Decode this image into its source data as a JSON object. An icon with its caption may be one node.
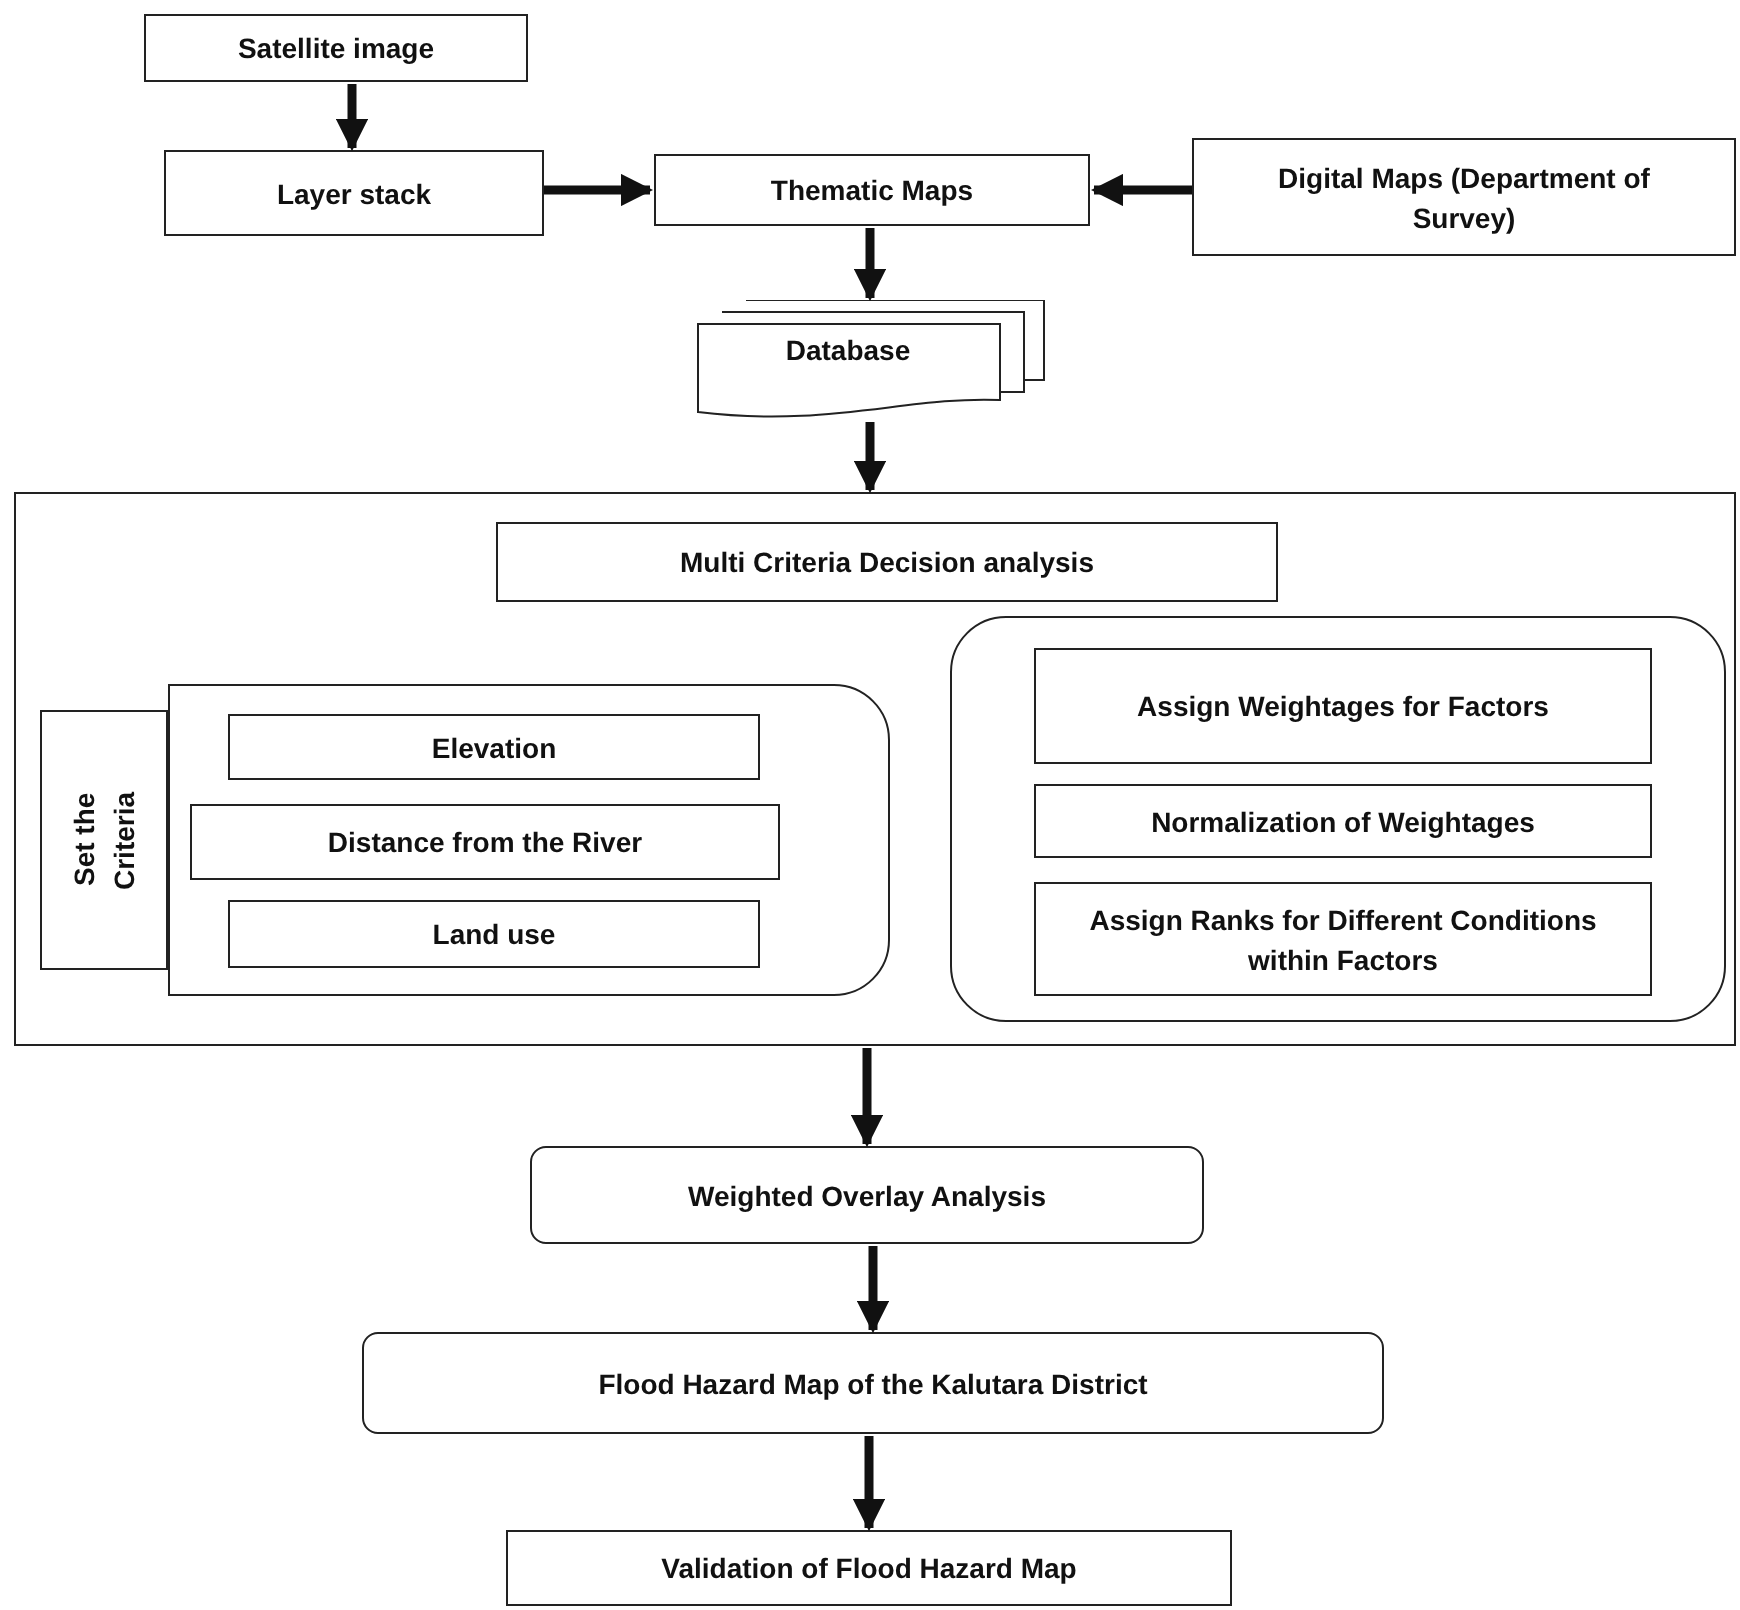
{
  "diagram": {
    "nodes": [
      {
        "text": [
          "Satellite image"
        ]
      },
      {
        "text": [
          "Layer stack"
        ]
      },
      {
        "text": [
          "Thematic Maps"
        ]
      },
      {
        "text": [
          "Digital Maps (Department of Survey)"
        ]
      },
      {
        "text": [
          "Database"
        ]
      },
      {
        "text": [],
        "shape": "box"
      },
      {
        "text": [
          "Multi Criteria Decision analysis"
        ],
        "in": 5
      },
      {
        "text": [],
        "shape": "box",
        "in": 5
      },
      {
        "text": [
          "Set the Criteria"
        ],
        "in": 5
      },
      {
        "text": [
          "Elevation"
        ],
        "in": 7
      },
      {
        "text": [
          "Distance from the River"
        ],
        "in": 7
      },
      {
        "text": [
          "Land use"
        ],
        "in": 7
      },
      {
        "text": [],
        "shape": "box",
        "in": 5
      },
      {
        "text": [
          "Assign Weightages for Factors"
        ],
        "in": 12
      },
      {
        "text": [
          "Normalization of Weightages"
        ],
        "in": 12
      },
      {
        "text": [
          "Assign Ranks for Different Conditions within Factors"
        ],
        "in": 12
      },
      {
        "text": [
          "Weighted Overlay Analysis"
        ]
      },
      {
        "text": [
          "Flood Hazard Map of the Kalutara District"
        ]
      },
      {
        "text": [
          "Validation of Flood Hazard Map"
        ]
      }
    ],
    "edges": [
      {
        "from": 0,
        "to": 1,
        "arrow": "to"
      },
      {
        "from": 1,
        "to": 2,
        "arrow": "to"
      },
      {
        "from": 3,
        "to": 2,
        "arrow": "to"
      },
      {
        "from": 2,
        "to": 4,
        "arrow": "to"
      },
      {
        "from": 4,
        "to": 5,
        "arrow": "to"
      },
      {
        "from": 5,
        "to": 16,
        "arrow": "to"
      },
      {
        "from": 16,
        "to": 17,
        "arrow": "to"
      },
      {
        "from": 17,
        "to": 18,
        "arrow": "to"
      }
    ]
  }
}
